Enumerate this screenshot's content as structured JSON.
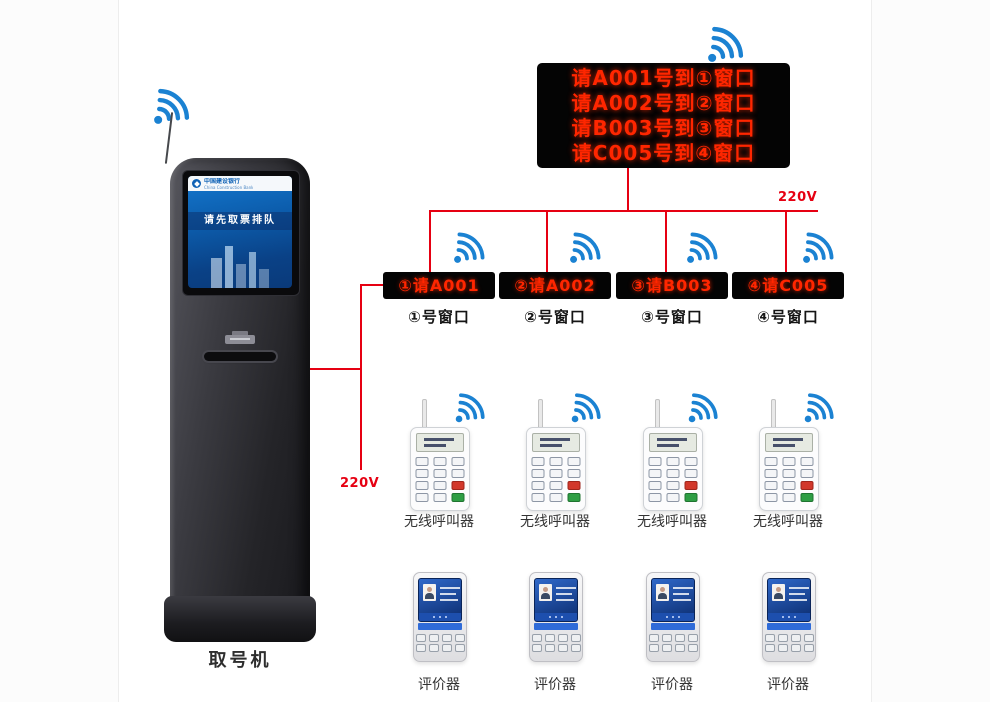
{
  "colors": {
    "line_red": "#e60012",
    "led_red": "#ff2600",
    "wifi_blue": "#1b82d2"
  },
  "main_display": {
    "lines": [
      "请A001号到①窗口",
      "请A002号到②窗口",
      "请B003号到③窗口",
      "请C005号到④窗口"
    ]
  },
  "power": {
    "left_label": "220V",
    "right_label": "220V"
  },
  "kiosk": {
    "label": "取号机",
    "screen_banner": "请先取票排队",
    "bank_name": "中国建设银行",
    "bank_name_en": "China Construction Bank"
  },
  "windows": [
    {
      "display": "①请A001",
      "label": "①号窗口"
    },
    {
      "display": "②请A002",
      "label": "②号窗口"
    },
    {
      "display": "③请B003",
      "label": "③号窗口"
    },
    {
      "display": "④请C005",
      "label": "④号窗口"
    }
  ],
  "caller": {
    "label": "无线呼叫器"
  },
  "evaluator": {
    "label": "评价器"
  }
}
